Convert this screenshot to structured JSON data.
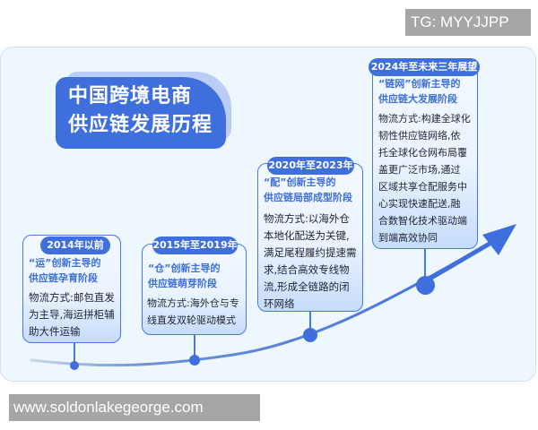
{
  "watermarks": {
    "top_right": "TG: MYYJJPP",
    "bottom_left": "www.soldonlakegeorge.com"
  },
  "title": {
    "line1": "中国跨境电商",
    "line2": "供应链发展历程"
  },
  "colors": {
    "primary_blue": "#3f6fdc",
    "panel_bg": "#eef6fe",
    "title_back": "#b9cdf6",
    "card_border": "#4a7ad8"
  },
  "stages": [
    {
      "period": "2014年以前",
      "subtitle_line1": "“运”创新主导的",
      "subtitle_line2": "供应链孕育阶段",
      "body": [
        "物流方式:邮包直发",
        "为主导,海运拼柜辅",
        "助大件运输"
      ]
    },
    {
      "period": "2015年至2019年",
      "subtitle_line1": "“仓”创新主导的",
      "subtitle_line2": "供应链萌芽阶段",
      "body": [
        "物流方式:海外仓与专",
        "线直发双轮驱动模式"
      ]
    },
    {
      "period": "2020年至2023年",
      "subtitle_line1": "“配”创新主导的",
      "subtitle_line2": "供应链局部成型阶段",
      "body": [
        "物流方式:以海外仓",
        "本地化配送为关键,",
        "满足尾程履约提速需",
        "求,结合高效专线物",
        "流,形成全链路的闭",
        "环网络"
      ]
    },
    {
      "period": "2024年至未来三年展望",
      "subtitle_line1": "“链网”创新主导的",
      "subtitle_line2": "供应链大发展阶段",
      "body": [
        "物流方式:构建全球化",
        "韧性供应链网络,依",
        "托全球化仓网布局覆",
        "盖更广泛市场,通过",
        "区域共享仓配服务中",
        "心实现快速配送,融",
        "合数智化技术驱动端",
        "到端高效协同"
      ]
    }
  ]
}
